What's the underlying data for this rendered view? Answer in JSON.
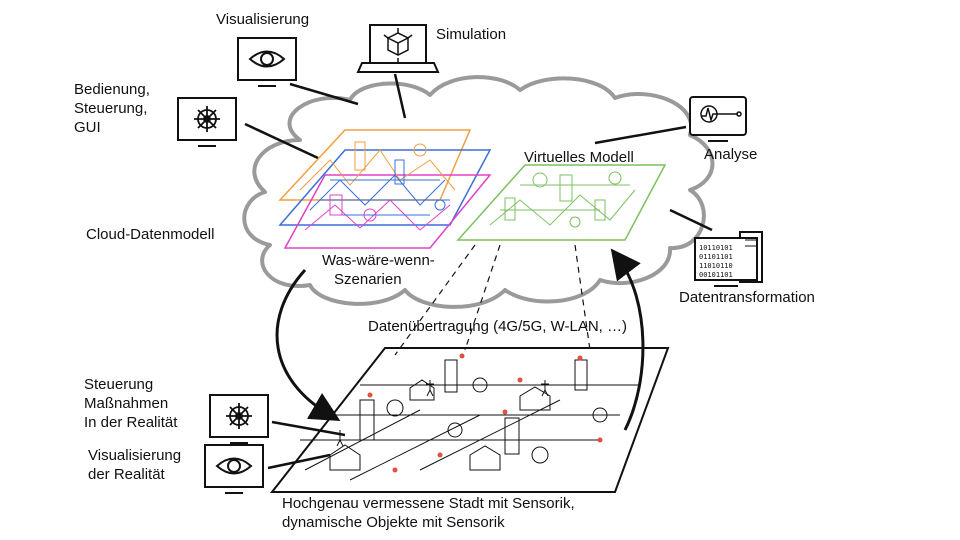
{
  "labels": {
    "visualisierung": "Visualisierung",
    "simulation": "Simulation",
    "bedienung": [
      "Bedienung,",
      "Steuerung,",
      "GUI"
    ],
    "virtuelles_modell": "Virtuelles Modell",
    "analyse": "Analyse",
    "cloud_datenmodell": "Cloud-Datenmodell",
    "was_waere_wenn": [
      "Was-wäre-wenn-",
      "Szenarien"
    ],
    "datentransformation": "Datentransformation",
    "datenuebertragung": "Datenübertragung (4G/5G, W-LAN, …)",
    "steuerung_realitaet": [
      "Steuerung",
      "Maßnahmen",
      "In der Realität"
    ],
    "visualisierung_realitaet": [
      "Visualisierung",
      "der Realität"
    ],
    "stadt": [
      "Hochgenau vermessene Stadt mit Sensorik,",
      "dynamische Objekte mit Sensorik"
    ]
  },
  "colors": {
    "cloud_outline": "#9a9a9a",
    "layer_orange": "#f0a040",
    "layer_blue": "#3a6fd8",
    "layer_magenta": "#e040c8",
    "virtual_model_green": "#7cc060",
    "city_red": "#e05040",
    "ink": "#111111"
  },
  "icons": [
    "eye-icon",
    "vr-headset-icon",
    "helm-wheel-icon",
    "analysis-chart-icon",
    "data-terminal-icon"
  ]
}
